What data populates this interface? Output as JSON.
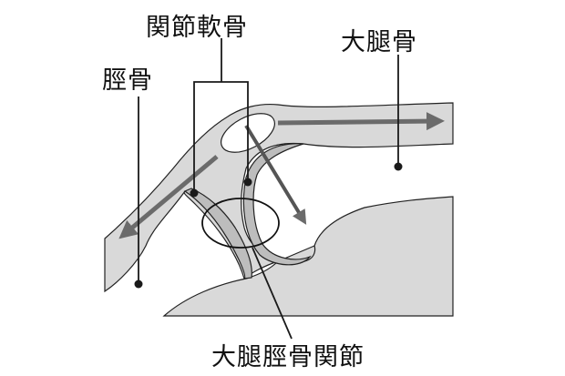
{
  "labels": {
    "articular_cartilage": "関節軟骨",
    "femur": "大腿骨",
    "tibia": "脛骨",
    "femorotibial_joint": "大腿脛骨関節"
  },
  "colors": {
    "bone_fill": "#d9d9d9",
    "cartilage_fill": "#bdbdbd",
    "arrow": "#6b6b6b",
    "line": "#1a1a1a"
  }
}
